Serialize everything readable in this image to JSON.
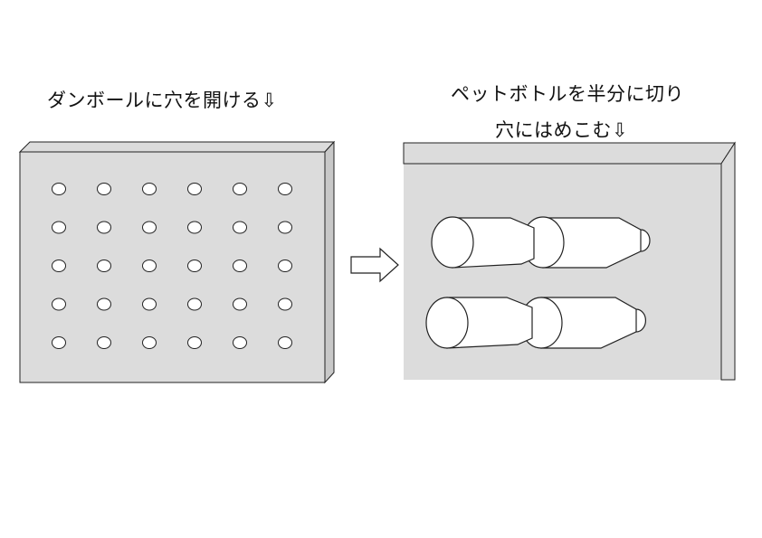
{
  "captions": {
    "left": "ダンボールに穴を開ける⇩",
    "right_line1": "ペットボトルを半分に切り",
    "right_line2": "穴にはめこむ⇩"
  },
  "board": {
    "rows": 5,
    "cols": 6
  },
  "colors": {
    "board_fill": "#dcdcdc",
    "board_edge": "#c8c8c8",
    "stroke": "#222222",
    "bottle_fill": "#ffffff",
    "background": "#ffffff"
  },
  "icons": {
    "arrow": "right-hollow-arrow"
  }
}
